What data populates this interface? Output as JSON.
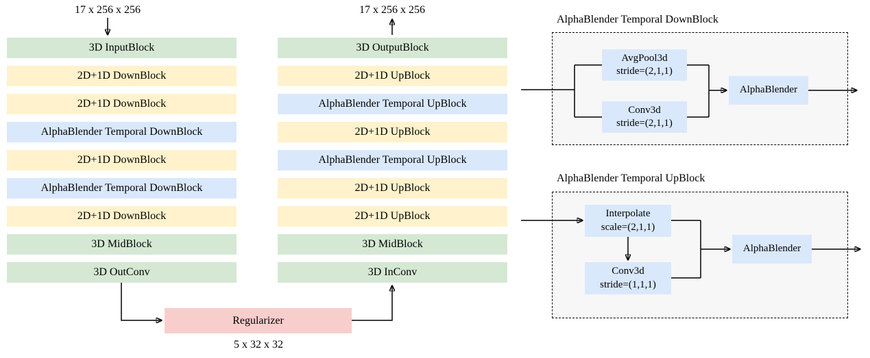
{
  "colors": {
    "green": "#d5e8d4",
    "yellow": "#fff2cc",
    "blue": "#dae8fc",
    "pink": "#f8cecc",
    "panel": "#f7f7f7"
  },
  "encoder": {
    "input_shape": "17 x 256 x 256",
    "blocks": [
      {
        "label": "3D InputBlock",
        "color": "green"
      },
      {
        "label": "2D+1D DownBlock",
        "color": "yellow"
      },
      {
        "label": "2D+1D DownBlock",
        "color": "yellow"
      },
      {
        "label": "AlphaBlender Temporal DownBlock",
        "color": "blue"
      },
      {
        "label": "2D+1D DownBlock",
        "color": "yellow"
      },
      {
        "label": "AlphaBlender Temporal DownBlock",
        "color": "blue"
      },
      {
        "label": "2D+1D DownBlock",
        "color": "yellow"
      },
      {
        "label": "3D MidBlock",
        "color": "green"
      },
      {
        "label": "3D OutConv",
        "color": "green"
      }
    ]
  },
  "decoder": {
    "output_shape": "17 x 256 x 256",
    "blocks": [
      {
        "label": "3D OutputBlock",
        "color": "green"
      },
      {
        "label": "2D+1D UpBlock",
        "color": "yellow"
      },
      {
        "label": "AlphaBlender Temporal UpBlock",
        "color": "blue"
      },
      {
        "label": "2D+1D UpBlock",
        "color": "yellow"
      },
      {
        "label": "AlphaBlender Temporal UpBlock",
        "color": "blue"
      },
      {
        "label": "2D+1D UpBlock",
        "color": "yellow"
      },
      {
        "label": "2D+1D UpBlock",
        "color": "yellow"
      },
      {
        "label": "3D MidBlock",
        "color": "green"
      },
      {
        "label": "3D InConv",
        "color": "green"
      }
    ]
  },
  "regularizer": {
    "label": "Regularizer",
    "latent_shape": "5 x 32 x 32"
  },
  "details": {
    "downblock": {
      "title": "AlphaBlender Temporal DownBlock",
      "avgpool": {
        "name": "AvgPool3d",
        "param": "stride=(2,1,1)"
      },
      "conv": {
        "name": "Conv3d",
        "param": "stride=(2,1,1)"
      },
      "blender": "AlphaBlender"
    },
    "upblock": {
      "title": "AlphaBlender Temporal UpBlock",
      "interpolate": {
        "name": "Interpolate",
        "param": "scale=(2,1,1)"
      },
      "conv": {
        "name": "Conv3d",
        "param": "stride=(1,1,1)"
      },
      "blender": "AlphaBlender"
    }
  }
}
